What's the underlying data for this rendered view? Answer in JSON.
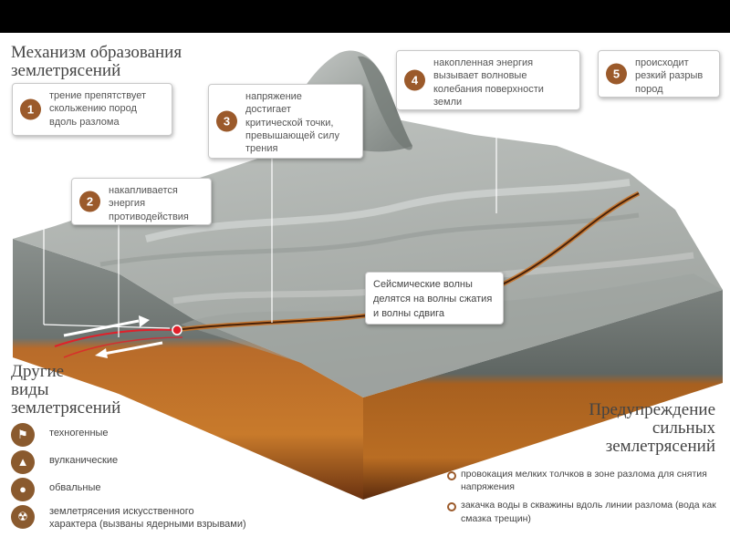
{
  "titles": {
    "main": "Механизм образования\nземлетрясений",
    "other": "Другие\nвиды\nземлетрясений",
    "warning": "Предупреждение\nсильных\nземлетрясений"
  },
  "callouts": [
    {
      "number": "1",
      "text": "трение препятствует\nскольжению пород\nвдоль разлома"
    },
    {
      "number": "2",
      "text": "накапливается\nэнергия\nпротиводействия"
    },
    {
      "number": "3",
      "text": "напряжение\nдостигает\nкритической точки,\nпревышающей силу\nтрения"
    },
    {
      "number": "4",
      "text": "накопленная энергия\nвызывает волновые\nколебания поверхности\nземли"
    },
    {
      "number": "5",
      "text": "происходит\nрезкий разрыв\nпород"
    }
  ],
  "seismic_note": "Сейсмические волны\nделятся на волны сжатия\nи волны сдвига",
  "other_types": [
    {
      "label": "техногенные",
      "icon": "factory-icon"
    },
    {
      "label": "вулканические",
      "icon": "volcano-icon"
    },
    {
      "label": "обвальные",
      "icon": "rockfall-icon"
    },
    {
      "label": "землетрясения искусственного\nхарактера (вызваны ядерными взрывами)",
      "icon": "radiation-icon"
    }
  ],
  "warning_items": [
    {
      "text": "провокация мелких толчков в зоне разлома для снятия напряжения"
    },
    {
      "text": "закачка воды в скважины вдоль линии разлома (вода как смазка трещин)"
    }
  ],
  "colors": {
    "accent": "#9b5a2b",
    "surface": "#a9aeaa",
    "crust": "#c97525",
    "crust_dark": "#6e3510",
    "rupture": "#e0202a"
  }
}
